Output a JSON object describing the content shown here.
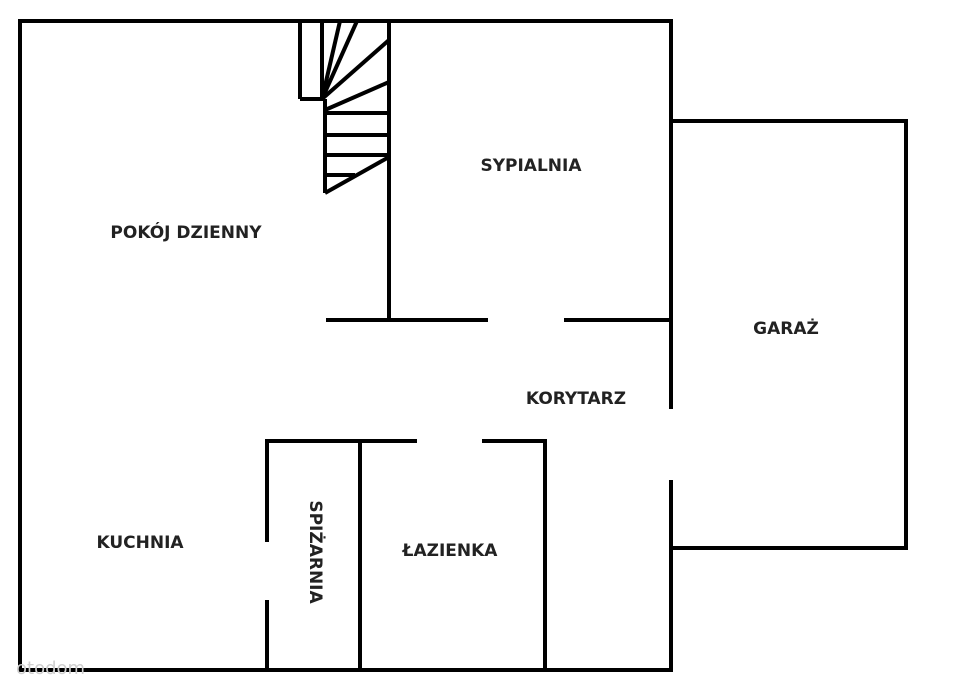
{
  "rooms": {
    "pokoj_dzienny": "POKÓJ DZIENNY",
    "sypialnia": "SYPIALNIA",
    "garaz": "GARAŻ",
    "korytarz": "KORYTARZ",
    "kuchnia": "KUCHNIA",
    "spizarnia": "SPIŻARNIA",
    "lazienka": "ŁAZIENKA"
  },
  "watermark": "otodom",
  "colors": {
    "wall": "#000000",
    "label": "#222222",
    "background": "#ffffff"
  }
}
